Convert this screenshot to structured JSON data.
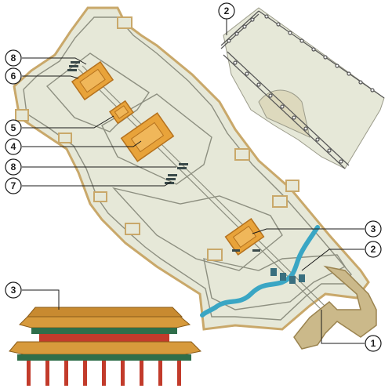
{
  "diagram": {
    "callouts": [
      {
        "id": "c1",
        "label": "1"
      },
      {
        "id": "c2a",
        "label": "2"
      },
      {
        "id": "c2b",
        "label": "2"
      },
      {
        "id": "c3a",
        "label": "3"
      },
      {
        "id": "c3b",
        "label": "3"
      },
      {
        "id": "c4",
        "label": "4"
      },
      {
        "id": "c5",
        "label": "5"
      },
      {
        "id": "c6",
        "label": "6"
      },
      {
        "id": "c7",
        "label": "7"
      },
      {
        "id": "c8a",
        "label": "8"
      },
      {
        "id": "c8b",
        "label": "8"
      }
    ],
    "colors": {
      "ground": "#e6e8d8",
      "wall_outline": "#c9a86a",
      "inner_wall": "#8d8f80",
      "roof": "#e8a33a",
      "roof_dark": "#b5721e",
      "water": "#3aa6c4",
      "gate_tower": "#cbb98a",
      "bridge": "#3a6f7f",
      "pillar_red": "#c23b2b",
      "eave_green": "#2f6e4a"
    }
  }
}
